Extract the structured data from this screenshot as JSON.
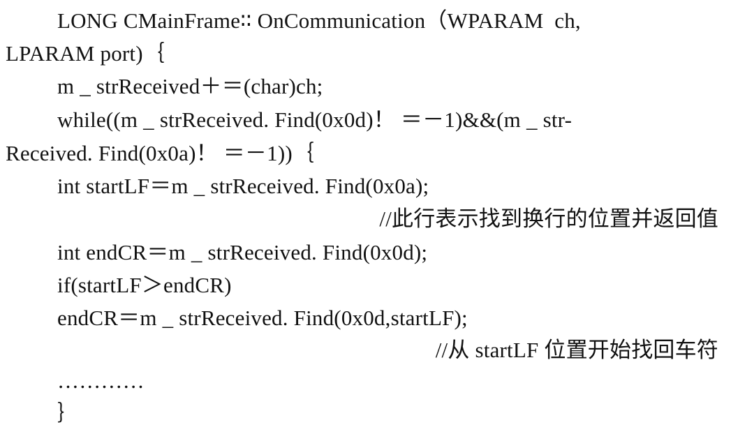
{
  "document": {
    "lines": [
      "LONG CMainFrame∶∶ OnCommunication（WPARAM  ch,",
      "LPARAM port)｛",
      "m _ strReceived＋＝(char)ch;",
      "while((m _ strReceived. Find(0x0d)！ ＝－1)&&(m _ str-",
      "Received. Find(0x0a)！ ＝－1))｛",
      "int startLF＝m _ strReceived. Find(0x0a);",
      "//此行表示找到换行的位置并返回值",
      "int endCR＝m _ strReceived. Find(0x0d);",
      "if(startLF＞endCR)",
      "endCR＝m _ strReceived. Find(0x0d,startLF);",
      "//从 startLF 位置开始找回车符",
      "…………",
      "｝"
    ]
  }
}
